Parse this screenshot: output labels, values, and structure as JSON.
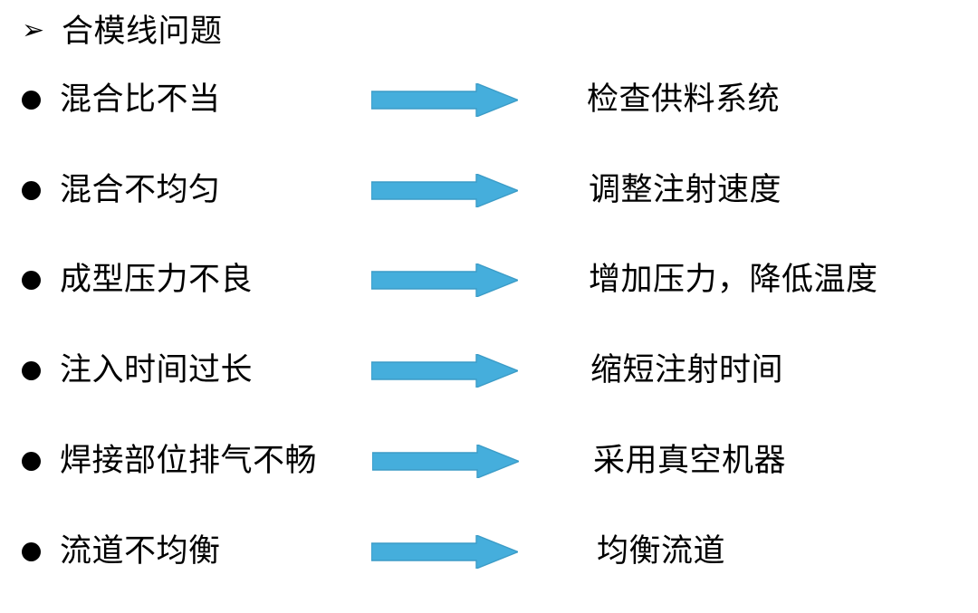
{
  "slide": {
    "background_color": "#FFFFFF",
    "text_color": "#000000",
    "heading": {
      "marker_icon": "chevron-right-outline-icon",
      "marker_glyph": "➢",
      "title": "合模线问题"
    },
    "arrow": {
      "icon": "right-block-arrow-icon",
      "fill_color": "#45AEDC",
      "stroke_color": "#3C9CC7"
    },
    "bullet": {
      "icon": "filled-circle-bullet-icon",
      "color": "#000000"
    },
    "rows": [
      {
        "bullet_glyph": "●",
        "cause": "混合比不当",
        "arrow_label": "leads-to-arrow",
        "solution": "检查供料系统"
      },
      {
        "bullet_glyph": "●",
        "cause": "混合不均匀",
        "arrow_label": "leads-to-arrow",
        "solution": "调整注射速度"
      },
      {
        "bullet_glyph": "●",
        "cause": "成型压力不良",
        "arrow_label": "leads-to-arrow",
        "solution": "增加压力，降低温度"
      },
      {
        "bullet_glyph": "●",
        "cause": "注入时间过长",
        "arrow_label": "leads-to-arrow",
        "solution": "缩短注射时间"
      },
      {
        "bullet_glyph": "●",
        "cause": "焊接部位排气不畅",
        "arrow_label": "leads-to-arrow",
        "solution": "采用真空机器"
      },
      {
        "bullet_glyph": "●",
        "cause": "流道不均衡",
        "arrow_label": "leads-to-arrow",
        "solution": "均衡流道"
      }
    ]
  }
}
